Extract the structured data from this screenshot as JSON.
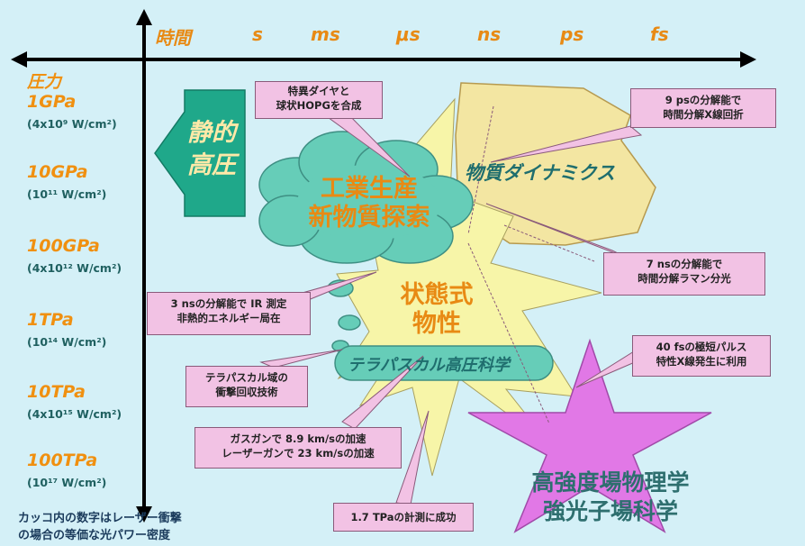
{
  "axis": {
    "time_label": "時間",
    "time_units": [
      "s",
      "ms",
      "μs",
      "ns",
      "ps",
      "fs"
    ],
    "pressure_label": "圧力",
    "pressures": [
      {
        "main": "1GPa",
        "sub": "(4x10⁹ W/cm²)"
      },
      {
        "main": "10GPa",
        "sub": "(10¹¹ W/cm²)"
      },
      {
        "main": "100GPa",
        "sub": "(4x10¹² W/cm²)"
      },
      {
        "main": "1TPa",
        "sub": "(10¹⁴ W/cm²)"
      },
      {
        "main": "10TPa",
        "sub": "(4x10¹⁵ W/cm²)"
      },
      {
        "main": "100TPa",
        "sub": "(10¹⁷ W/cm²)"
      }
    ]
  },
  "regions": {
    "static": [
      "静的",
      "高圧"
    ],
    "industry": [
      "工業生産",
      "新物質探索"
    ],
    "dynamics": "物質ダイナミクス",
    "eos": [
      "状態式",
      "物性"
    ],
    "terapascal": "テラパスカル高圧科学",
    "strong_field": [
      "高強度場物理学",
      "強光子場科学"
    ]
  },
  "callouts": {
    "diamond": [
      "特異ダイヤと",
      "球状HOPGを合成"
    ],
    "ps9": [
      "9 psの分解能で",
      "時間分解X線回折"
    ],
    "ns7": [
      "7 nsの分解能で",
      "時間分解ラマン分光"
    ],
    "ns3": [
      "3 nsの分解能で IR 測定",
      "非熱的エネルギー局在"
    ],
    "recovery": [
      "テラパスカル域の",
      "衝撃回収技術"
    ],
    "fs40": [
      "40 fsの極短パルス",
      "特性X線発生に利用"
    ],
    "gun": [
      "ガスガンで 8.9 km/sの加速",
      "レーザーガンで 23 km/sの加速"
    ],
    "tpa": "1.7 TPaの計測に成功"
  },
  "footnote": [
    "カッコ内の数字はレーザー衝撃",
    "の場合の等価な光パワー密度"
  ],
  "colors": {
    "background": "#d4f0f7",
    "static_arrow": "#1fa88a",
    "cloud": "#66cdb8",
    "yellow_region": "#f3e6a2",
    "star": "#f7f5a8",
    "magenta_star": "#e178e6",
    "callout": "#f2c2e4",
    "orange_text": "#e88a14",
    "teal_text": "#1f6e6e"
  }
}
